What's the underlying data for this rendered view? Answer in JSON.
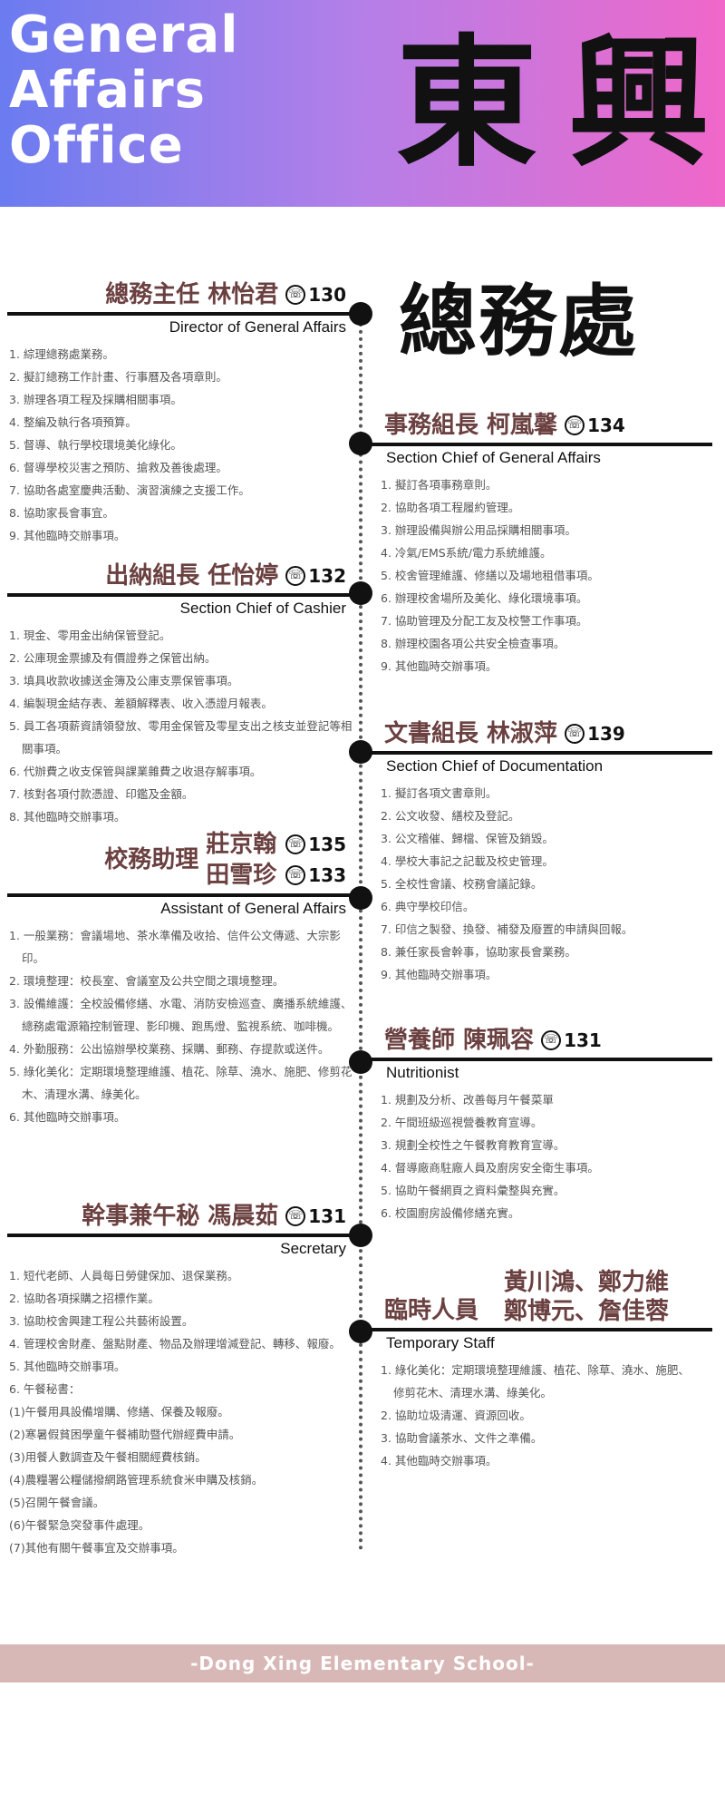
{
  "header": {
    "title_lines": [
      "General",
      "Affairs",
      "Office"
    ],
    "calligraphy": [
      "東",
      "興"
    ]
  },
  "office_title": "總務處",
  "sections": {
    "director": {
      "name": "總務主任 林怡君",
      "phone": "130",
      "title_en": "Director of General Affairs",
      "items": [
        "1. 綜理總務處業務。",
        "2. 擬訂總務工作計畫、行事曆及各項章則。",
        "3. 辦理各項工程及採購相關事項。",
        "4. 整編及執行各項預算。",
        "5. 督導、執行學校環境美化綠化。",
        "6. 督導學校災害之預防、搶救及善後處理。",
        "7. 協助各處室慶典活動、演習演練之支援工作。",
        "8. 協助家長會事宜。",
        "9. 其他臨時交辦事項。"
      ]
    },
    "affairs": {
      "name": "事務組長 柯嵐馨",
      "phone": "134",
      "title_en": "Section Chief of General Affairs",
      "items": [
        "1. 擬訂各項事務章則。",
        "2. 協助各項工程履約管理。",
        "3. 辦理設備與辦公用品採購相關事項。",
        "4. 冷氣/EMS系統/電力系統維護。",
        "5. 校舍管理維護、修繕以及場地租借事項。",
        "6. 辦理校舍場所及美化、綠化環境事項。",
        "7. 協助管理及分配工友及校警工作事項。",
        "8. 辦理校園各項公共安全檢查事項。",
        "9. 其他臨時交辦事項。"
      ]
    },
    "cashier": {
      "name": "出納組長 任怡婷",
      "phone": "132",
      "title_en": "Section Chief of Cashier",
      "items": [
        "1. 現金、零用金出納保管登記。",
        "2. 公庫現金票據及有價證券之保管出納。",
        "3. 填具收款收據送金簿及公庫支票保管事項。",
        "4. 編製現金結存表、差額解釋表、收入憑證月報表。",
        "5. 員工各項薪資請領發放、零用金保管及零星支出之核支並登記等相關事項。",
        "6. 代辦費之收支保管與課業雜費之收退存解事項。",
        "7. 核對各項付款憑證、印鑑及金額。",
        "8. 其他臨時交辦事項。"
      ]
    },
    "documentation": {
      "name": "文書組長 林淑萍",
      "phone": "139",
      "title_en": "Section Chief of Documentation",
      "items": [
        "1. 擬訂各項文書章則。",
        "2. 公文收發、繕校及登記。",
        "3. 公文稽催、歸檔、保管及銷毀。",
        "4. 學校大事記之記載及校史管理。",
        "5. 全校性會議、校務會議記錄。",
        "6. 典守學校印信。",
        "7. 印信之製發、換發、補發及廢置的申請與回報。",
        "8. 兼任家長會幹事，協助家長會業務。",
        "9. 其他臨時交辦事項。"
      ]
    },
    "assistant": {
      "role": "校務助理",
      "name1": "莊京翰",
      "phone1": "135",
      "name2": "田雪珍",
      "phone2": "133",
      "title_en": "Assistant  of General Affairs",
      "items": [
        "1. 一般業務：會議場地、茶水準備及收拾、信件公文傳遞、大宗影印。",
        "2. 環境整理：校長室、會議室及公共空間之環境整理。",
        "3. 設備維護：全校設備修繕、水電、消防安檢巡查、廣播系統維護、總務處電源箱控制管理、影印機、跑馬燈、監視系統、咖啡機。",
        "4. 外勤服務：公出協辦學校業務、採購、郵務、存提款或送件。",
        "5. 綠化美化：定期環境整理維護、植花、除草、澆水、施肥、修剪花木、清理水溝、綠美化。",
        "6. 其他臨時交辦事項。"
      ]
    },
    "nutritionist": {
      "name": "營養師  陳珮容",
      "phone": "131",
      "title_en": "Nutritionist",
      "items": [
        "1. 規劃及分析、改善每月午餐菜單",
        "2. 午間班級巡視營養教育宣導。",
        "3. 規劃全校性之午餐教育教育宣導。",
        "4. 督導廠商駐廠人員及廚房安全衛生事項。",
        "5. 協助午餐網頁之資料彙整與充實。",
        "6. 校園廚房設備修繕充實。"
      ]
    },
    "secretary": {
      "name": "幹事兼午秘 馮晨茹",
      "phone": "131",
      "title_en": "Secretary",
      "items": [
        "1. 短代老師、人員每日勞健保加、退保業務。",
        "2. 協助各項採購之招標作業。",
        "3. 協助校舍興建工程公共藝術設置。",
        "4. 管理校舍財產、盤點財產、物品及辦理增減登記、轉移、報廢。",
        "5. 其他臨時交辦事項。",
        "6. 午餐秘書：",
        "(1)午餐用具設備增購、修繕、保養及報廢。",
        "(2)寒暑假貧困學童午餐補助暨代辦經費申請。",
        "(3)用餐人數調查及午餐相關經費核銷。",
        "(4)農糧署公糧儲撥網路管理系統食米申購及核銷。",
        "(5)召開午餐會議。",
        "(6)午餐緊急突發事件處理。",
        "(7)其他有關午餐事宜及交辦事項。"
      ]
    },
    "temporary": {
      "role": "臨時人員",
      "names_line1": "黃川鴻、鄭力維",
      "names_line2": "鄭博元、詹佳蓉",
      "title_en": "Temporary Staff",
      "items": [
        "1. 綠化美化：定期環境整理維護、植花、除草、澆水、施肥、修剪花木、清理水溝、綠美化。",
        "2. 協助垃圾清運、資源回收。",
        "3. 協助會議茶水、文件之準備。",
        "4. 其他臨時交辦事項。"
      ]
    }
  },
  "footer": {
    "text": "-Dong Xing Elementary School-"
  },
  "colors": {
    "header_gradient_start": "#6a7cf0",
    "header_gradient_end": "#f067c9",
    "name_color": "#6b4040",
    "footer_bg": "#d7b8b6"
  }
}
